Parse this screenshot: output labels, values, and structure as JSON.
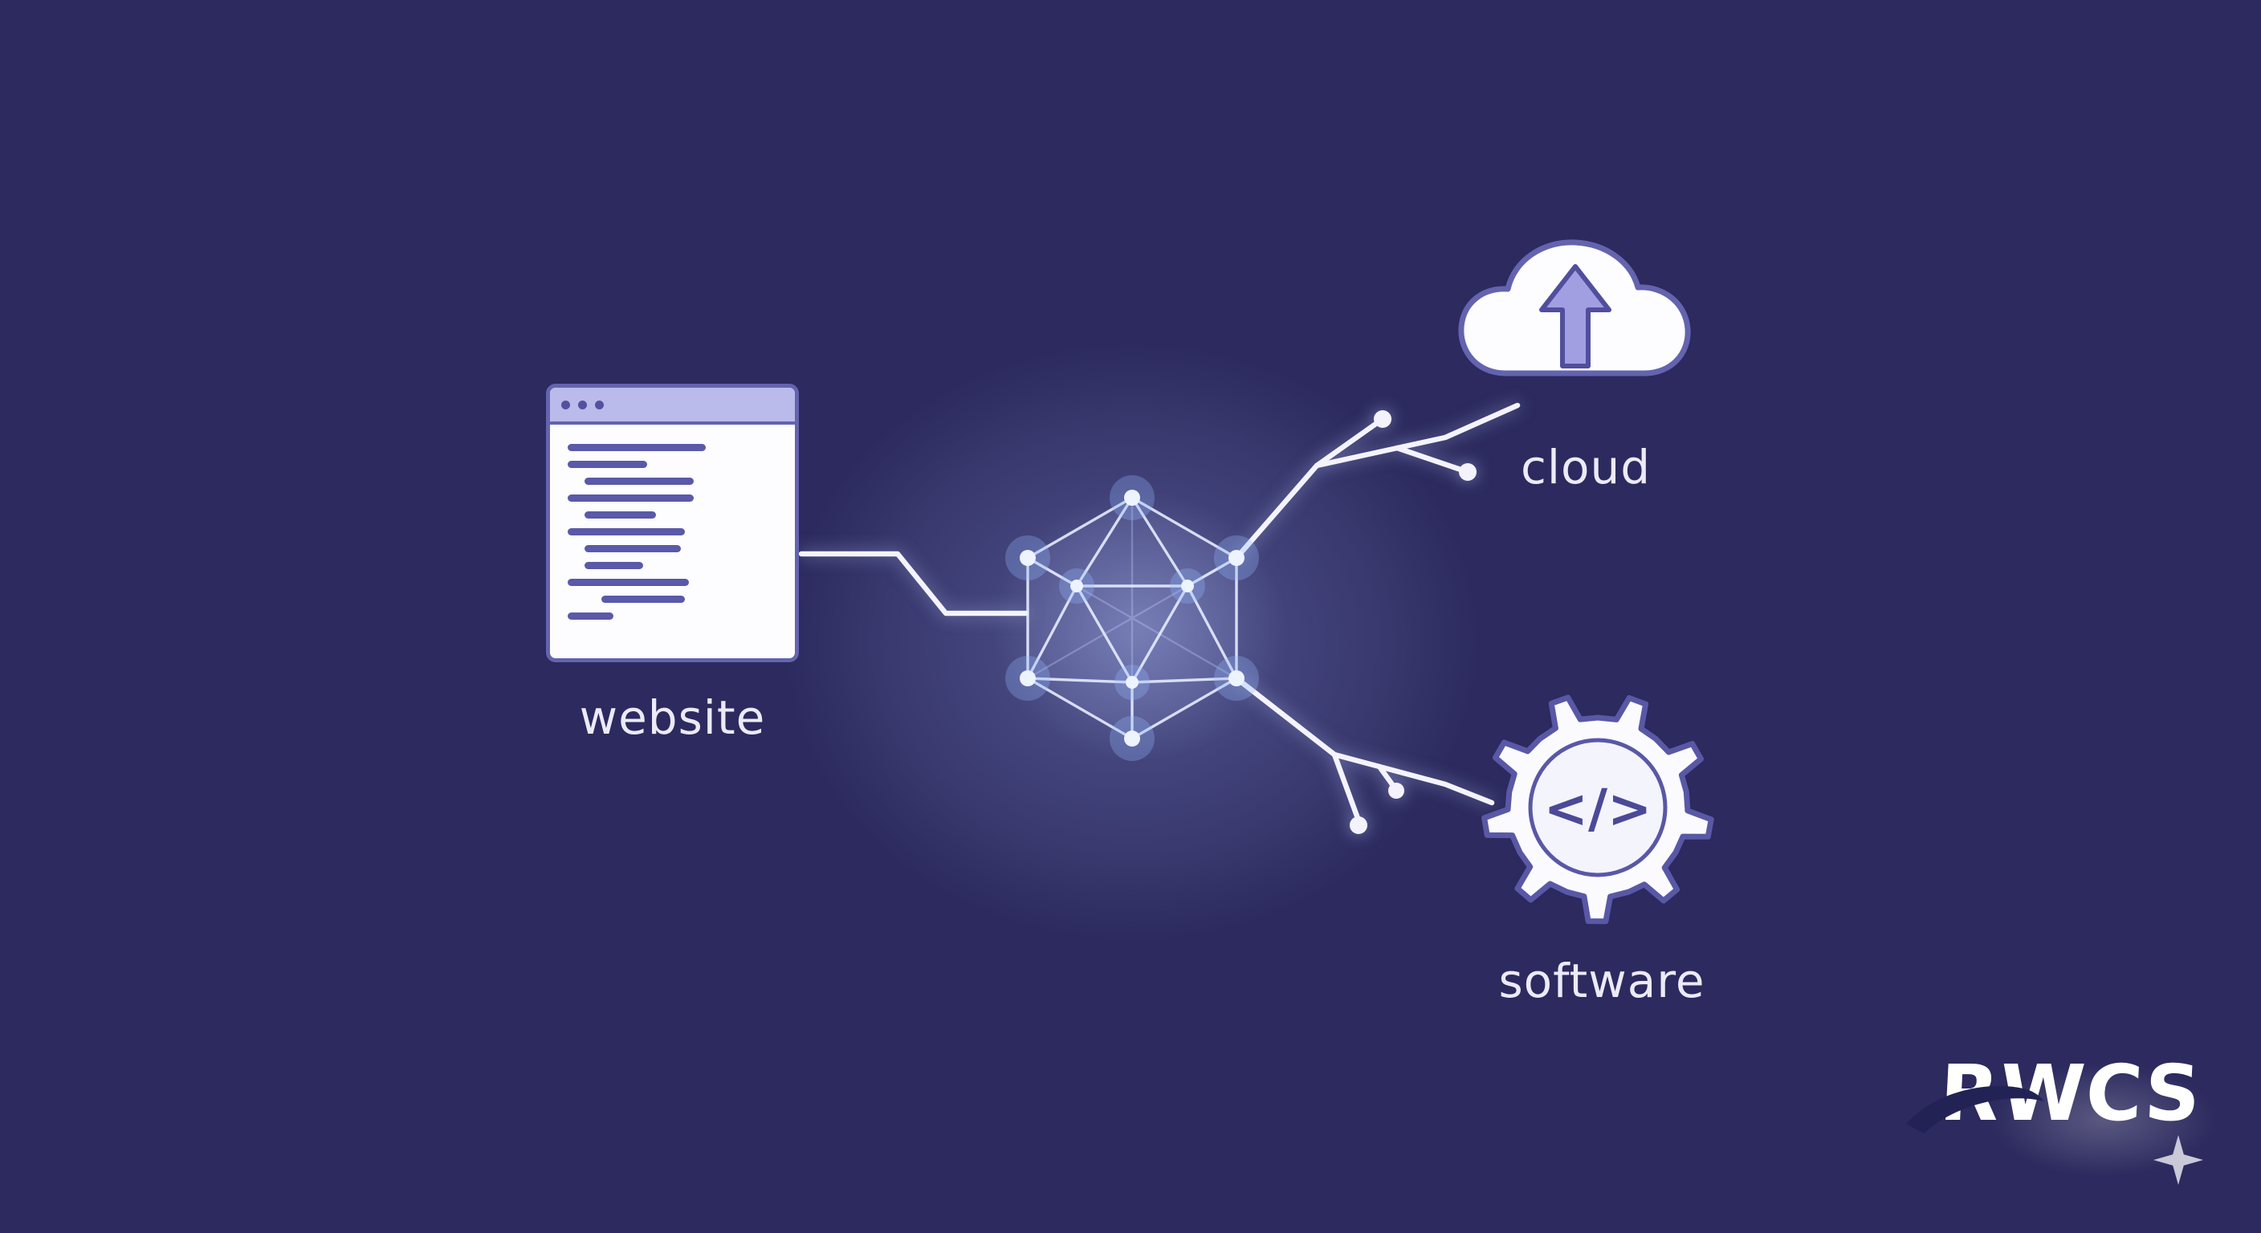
{
  "title": "website, cloud and software connected to a central network node",
  "colors": {
    "background": "#2c2a5e",
    "icon_fill": "#fdfdff",
    "icon_stroke": "#6463ae",
    "code_line": "#5a59aa",
    "wire": "#f4f3fd",
    "glow": "#bac8ff",
    "label_text": "#eceaf8",
    "arrow_fill": "#a19fe2",
    "logo_text_color": "#ffffff",
    "logo_swoosh_color": "#232255",
    "logo_sparkle_color": "#c9c9d8"
  },
  "icons": {
    "website": "browser-window-icon",
    "cloud": "cloud-upload-icon",
    "software": "gear-code-icon",
    "center": "polyhedron-network-icon",
    "logo_swoosh": "swoosh-icon",
    "logo_sparkle": "sparkle-icon"
  },
  "nodes": {
    "website": {
      "label": "website"
    },
    "cloud": {
      "label": "cloud"
    },
    "software": {
      "label": "software",
      "code_symbol": "</>"
    }
  },
  "logo": {
    "text": "RWCS"
  }
}
